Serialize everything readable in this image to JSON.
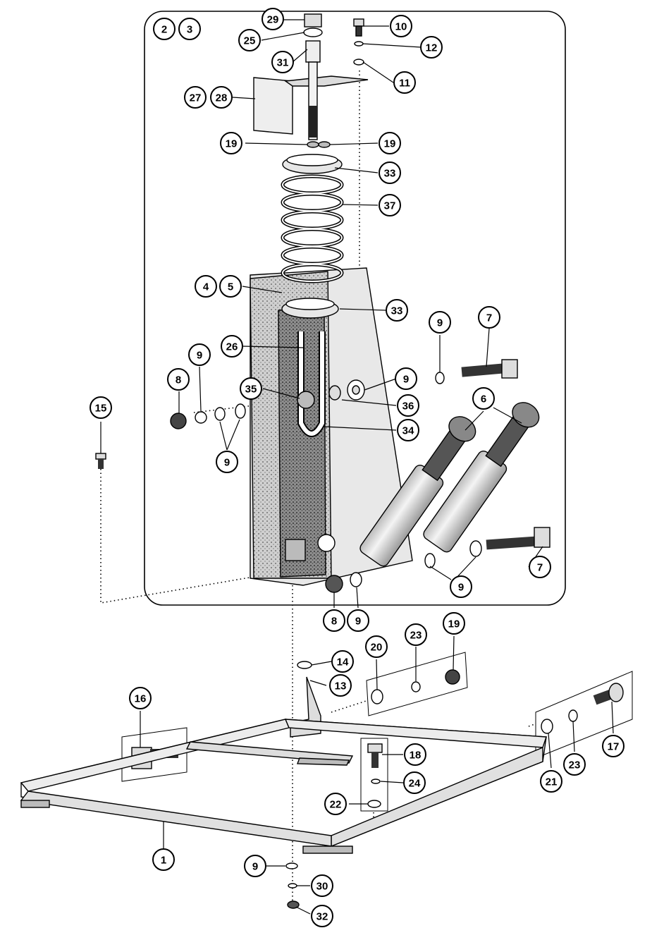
{
  "callouts": [
    {
      "label": "29"
    },
    {
      "label": "10"
    },
    {
      "label": "2"
    },
    {
      "label": "3"
    },
    {
      "label": "25"
    },
    {
      "label": "12"
    },
    {
      "label": "31"
    },
    {
      "label": "11"
    },
    {
      "label": "27"
    },
    {
      "label": "28"
    },
    {
      "label": "19"
    },
    {
      "label": "19"
    },
    {
      "label": "33"
    },
    {
      "label": "37"
    },
    {
      "label": "4"
    },
    {
      "label": "5"
    },
    {
      "label": "33"
    },
    {
      "label": "9"
    },
    {
      "label": "7"
    },
    {
      "label": "26"
    },
    {
      "label": "9"
    },
    {
      "label": "8"
    },
    {
      "label": "35"
    },
    {
      "label": "9"
    },
    {
      "label": "36"
    },
    {
      "label": "15"
    },
    {
      "label": "34"
    },
    {
      "label": "9"
    },
    {
      "label": "6"
    },
    {
      "label": "7"
    },
    {
      "label": "9"
    },
    {
      "label": "8"
    },
    {
      "label": "9"
    },
    {
      "label": "20"
    },
    {
      "label": "23"
    },
    {
      "label": "19"
    },
    {
      "label": "14"
    },
    {
      "label": "13"
    },
    {
      "label": "16"
    },
    {
      "label": "17"
    },
    {
      "label": "18"
    },
    {
      "label": "21"
    },
    {
      "label": "23"
    },
    {
      "label": "24"
    },
    {
      "label": "22"
    },
    {
      "label": "1"
    },
    {
      "label": "9"
    },
    {
      "label": "30"
    },
    {
      "label": "32"
    }
  ]
}
